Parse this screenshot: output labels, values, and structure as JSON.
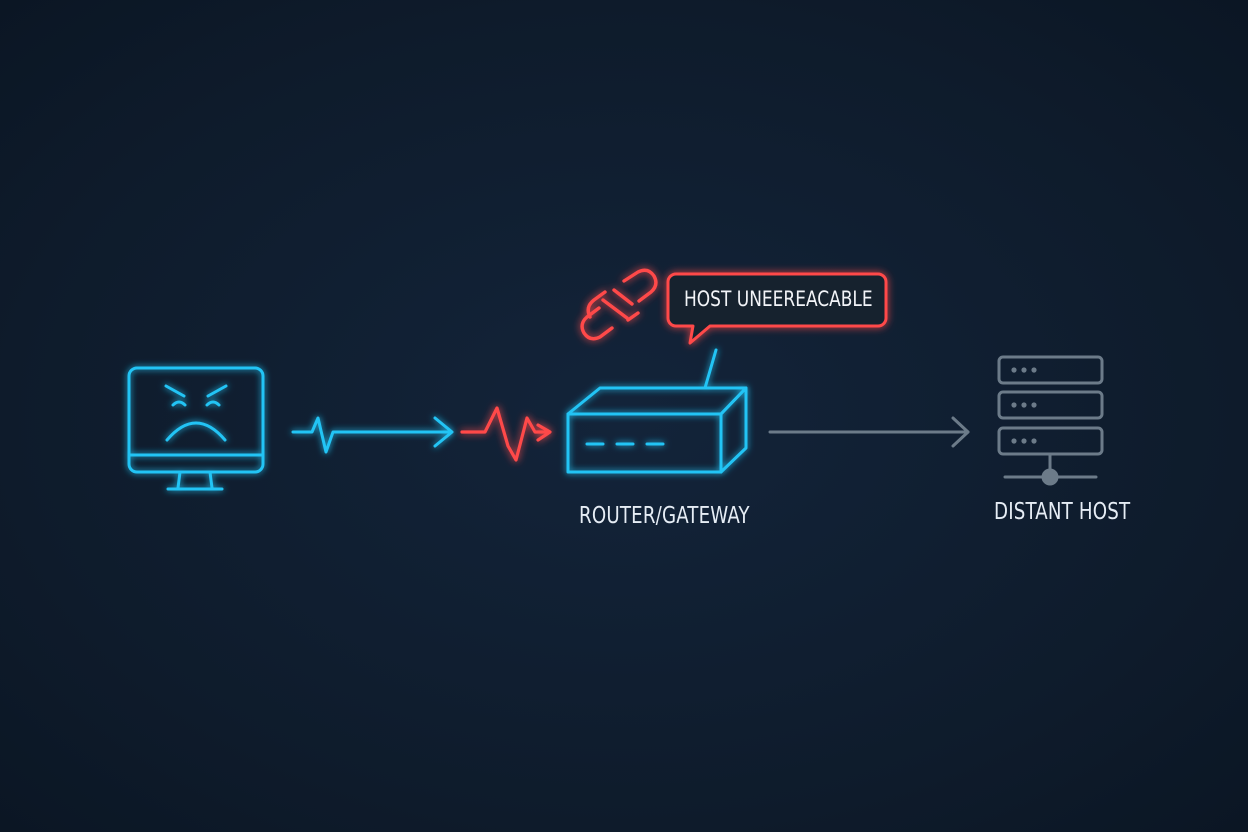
{
  "diagram": {
    "error_message": "HOST UNEEREACABLE",
    "router_label": "ROUTER/GATEWAY",
    "host_label": "DISTANT HOST"
  },
  "icons": {
    "client": "angry-monitor-icon",
    "signal_ok": "heartbeat-arrow-icon",
    "signal_error": "broken-signal-icon",
    "link_error": "broken-link-icon",
    "router": "router-icon",
    "server": "server-rack-icon"
  },
  "colors": {
    "background": "#0f1d2d",
    "ok": "#22c4f5",
    "error": "#ff4a4a",
    "inactive": "#6c7b89",
    "text": "#e6edf5"
  }
}
